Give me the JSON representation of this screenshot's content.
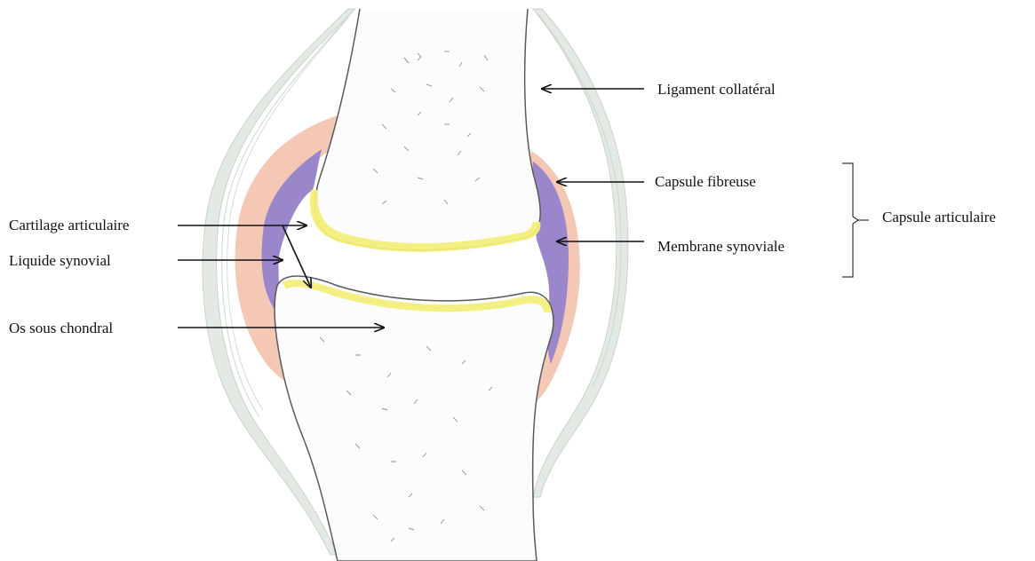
{
  "labels": {
    "cartilage_articulaire": "Cartilage articulaire",
    "liquide_synovial": "Liquide synovial",
    "os_sous_chondral": "Os sous chondral",
    "ligament_collateral": "Ligament collatéral",
    "capsule_fibreuse": "Capsule fibreuse",
    "membrane_synoviale": "Membrane synoviale",
    "capsule_articulaire": "Capsule articulaire"
  },
  "colors": {
    "bone_outline": "#5a5a5a",
    "bone_fill": "#fcfcfc",
    "cartilage": "#f3ee7a",
    "capsule_fibreuse": "#f2b9a0",
    "membrane_synoviale": "#9884c8",
    "ligament": "#dfe6e0",
    "arrow": "#111111"
  }
}
